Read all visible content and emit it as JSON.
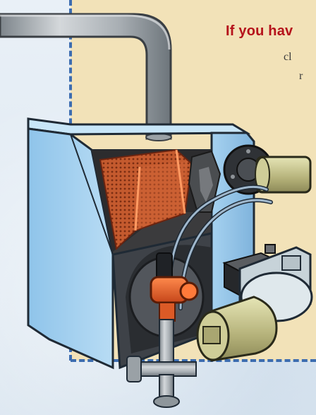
{
  "heading": "If you hav",
  "fragments": [
    "cl",
    "r"
  ],
  "colors": {
    "heading_red": "#b5121b",
    "dash_blue": "#3d6db0",
    "panel_cream": "#f2e2b8",
    "boiler_blue": "#9fcfee",
    "firebrick": "#c4592e"
  }
}
